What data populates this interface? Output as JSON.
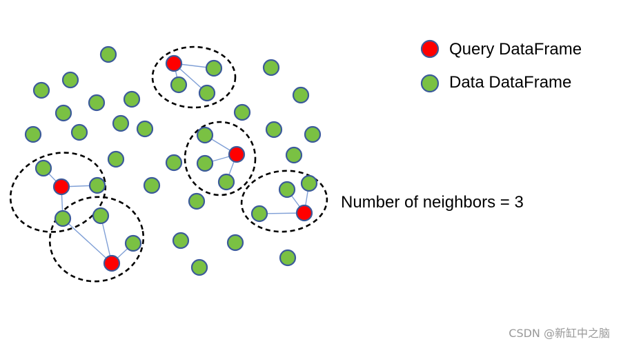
{
  "legend": {
    "items": [
      {
        "label": "Query DataFrame",
        "color": "#ff0000"
      },
      {
        "label": "Data DataFrame",
        "color": "#7ac143"
      }
    ]
  },
  "annotation": {
    "text": "Number of neighbors = 3"
  },
  "watermark": {
    "text": "CSDN @新缸中之脑"
  },
  "colors": {
    "query_fill": "#ff0000",
    "data_fill": "#7ac143",
    "node_outline": "#3b5a9a",
    "edge": "#7f9fd6",
    "cluster_outline": "#000000"
  }
}
